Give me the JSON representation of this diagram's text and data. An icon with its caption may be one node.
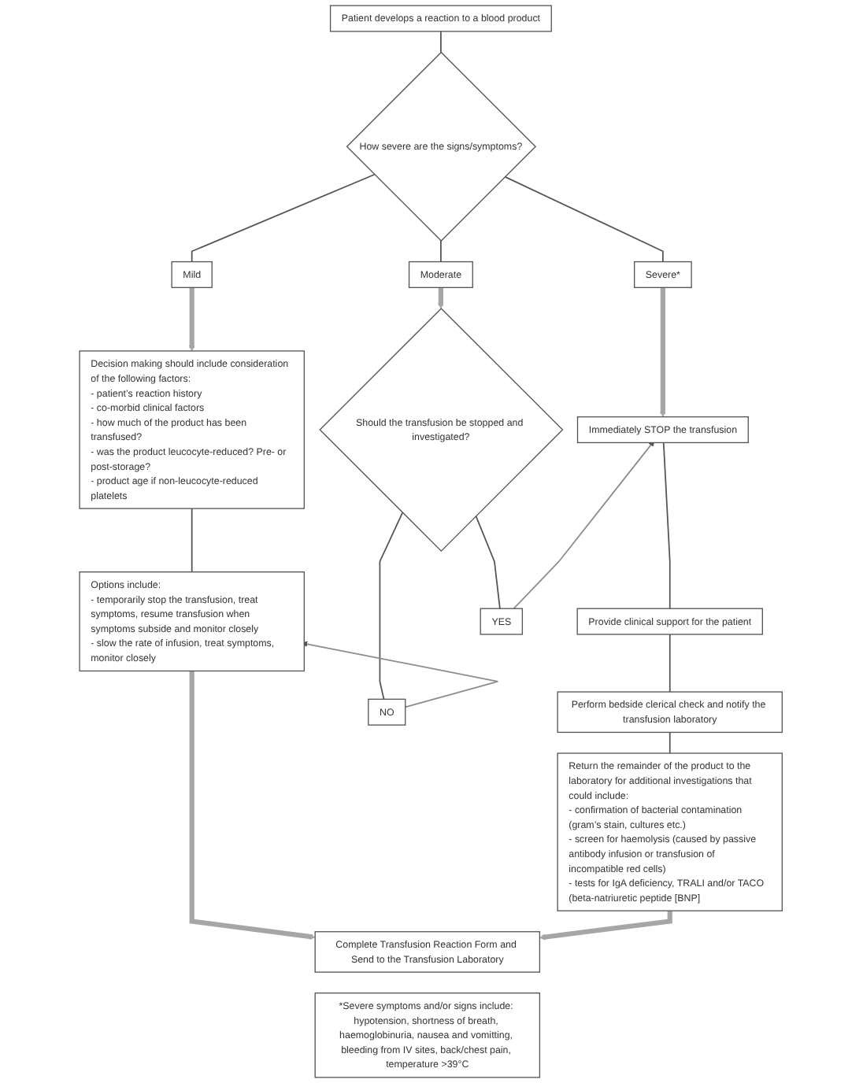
{
  "diagram": {
    "nodes": [
      {
        "text": [
          "Patient develops a reaction to a blood product"
        ]
      },
      {
        "text": [
          "How severe are the signs/symptoms?"
        ]
      },
      {
        "text": [
          "Mild"
        ]
      },
      {
        "text": [
          "Moderate"
        ]
      },
      {
        "text": [
          "Severe*"
        ]
      },
      {
        "text": [
          "Decision making should include consideration of the following factors:",
          "- patient’s reaction history",
          "- co-morbid clinical factors",
          "- how much of the product has been transfused?",
          "- was the product leucocyte-reduced? Pre- or post-storage?",
          "- product age if non-leucocyte-reduced platelets"
        ]
      },
      {
        "text": [
          "Immediately STOP the transfusion"
        ]
      },
      {
        "text": [
          "Provide clinical support for the patient"
        ]
      },
      {
        "text": [
          "Options include:",
          "- temporarily stop the transfusion, treat symptoms, resume transfusion when symptoms subside and monitor closely",
          "- slow the rate of infusion, treat symptoms, monitor closely"
        ]
      },
      {
        "text": [
          "Perform bedside clerical check and notify the transfusion laboratory"
        ]
      },
      {
        "text": [
          "Should the transfusion be stopped and investigated?"
        ]
      },
      {
        "text": [
          "YES"
        ]
      },
      {
        "text": [
          "NO"
        ]
      },
      {
        "text": [
          "Return the remainder of the product to the laboratory for additional investigations that could include:",
          "- confirmation of bacterial contamination (gram’s stain, cultures etc.)",
          "- screen for haemolysis (caused by passive antibody infusion or transfusion of incompatible red cells)",
          "- tests for IgA deficiency, TRALI and/or TACO (beta-natriuretic peptide [BNP]"
        ]
      },
      {
        "text": [
          "Complete Transfusion Reaction Form and Send to the Transfusion Laboratory"
        ]
      },
      {
        "text": [
          "*Severe symptoms and/or signs include: hypotension, shortness of breath, haemoglobinuria, nausea and vomitting, bleeding from IV sites, back/chest pain, temperature >39°C"
        ]
      }
    ],
    "edges": [
      {
        "from": 0,
        "to": 1,
        "arrow": "none"
      },
      {
        "from": 1,
        "to": 2,
        "arrow": "none"
      },
      {
        "from": 1,
        "to": 3,
        "arrow": "none"
      },
      {
        "from": 1,
        "to": 4,
        "arrow": "none"
      },
      {
        "from": 2,
        "to": 5,
        "arrow": "to",
        "style": "thick",
        "color": "#a6a6a6"
      },
      {
        "from": 3,
        "to": 10,
        "arrow": "to",
        "style": "thick",
        "color": "#a6a6a6"
      },
      {
        "from": 4,
        "to": 6,
        "arrow": "to",
        "style": "thick",
        "color": "#a6a6a6"
      },
      {
        "from": 6,
        "to": 7,
        "arrow": "none"
      },
      {
        "from": 7,
        "to": 9,
        "arrow": "none"
      },
      {
        "from": 5,
        "to": 8,
        "arrow": "none"
      },
      {
        "from": 9,
        "to": 13,
        "arrow": "none"
      },
      {
        "from": 10,
        "to": 11,
        "arrow": "none"
      },
      {
        "from": 11,
        "to": 6,
        "arrow": "to",
        "color": "#8c8c8c"
      },
      {
        "from": 10,
        "to": 12,
        "arrow": "none"
      },
      {
        "from": 12,
        "to": 8,
        "arrow": "to",
        "color": "#8c8c8c"
      },
      {
        "from": 8,
        "to": 14,
        "arrow": "to",
        "style": "thick",
        "color": "#a6a6a6"
      },
      {
        "from": 13,
        "to": 14,
        "arrow": "to",
        "style": "thick",
        "color": "#a6a6a6"
      }
    ]
  }
}
